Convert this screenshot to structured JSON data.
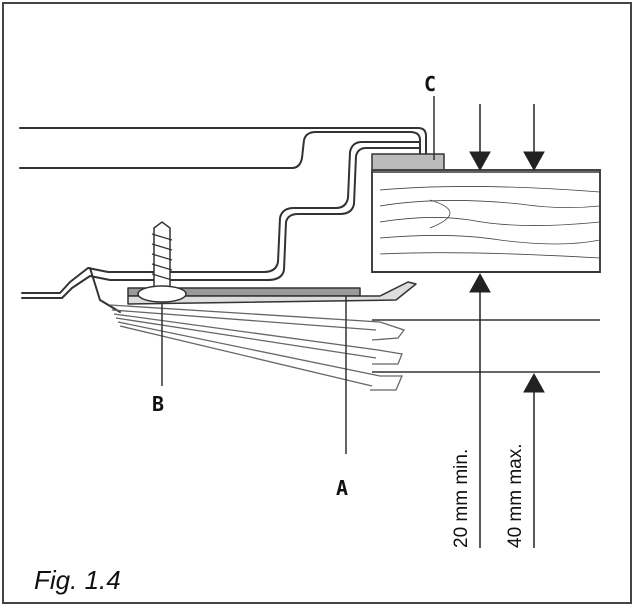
{
  "figure": {
    "caption": "Fig. 1.4",
    "labels": {
      "a": "A",
      "b": "B",
      "c": "C"
    },
    "dimensions": {
      "min": "20 mm min.",
      "max": "40 mm max."
    }
  }
}
